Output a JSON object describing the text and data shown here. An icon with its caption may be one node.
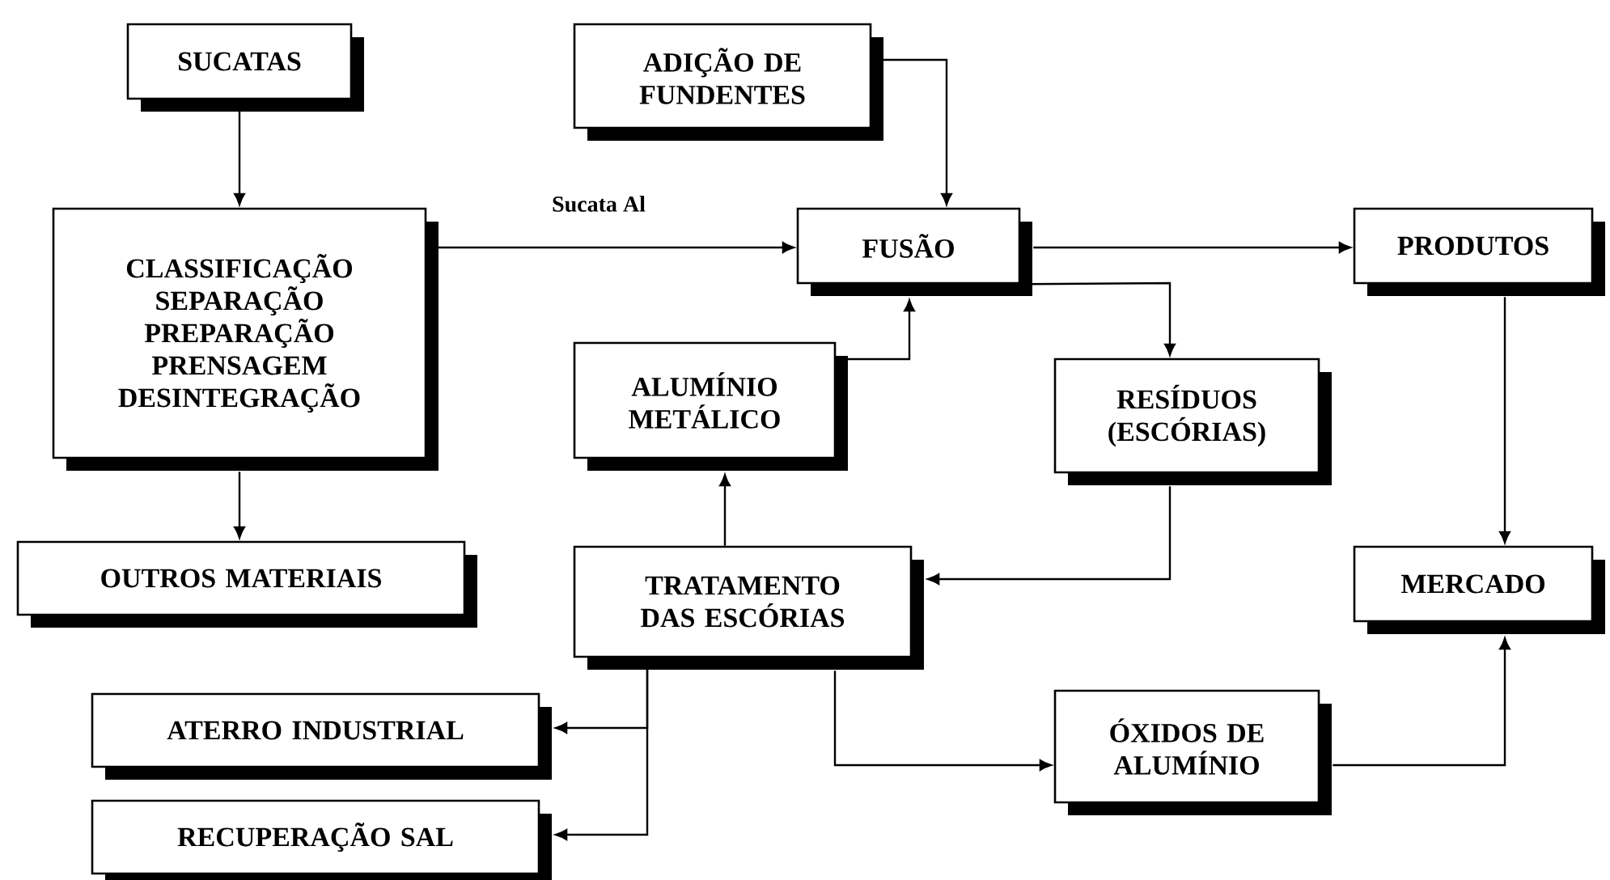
{
  "diagram": {
    "nodes": [
      {
        "text": [
          "SUCATAS"
        ]
      },
      {
        "text": [
          "ADIÇÃO DE FUNDENTES"
        ]
      },
      {
        "text": [
          "CLASSIFICAÇÃO SEPARAÇÃO PREPARAÇÃO PRENSAGEM DESINTEGRAÇÃO"
        ]
      },
      {
        "text": [
          "FUSÃO"
        ]
      },
      {
        "text": [
          "PRODUTOS"
        ]
      },
      {
        "text": [
          "ALUMÍNIO METÁLICO"
        ]
      },
      {
        "text": [
          "RESÍDUOS (ESCÓRIAS)"
        ]
      },
      {
        "text": [
          "OUTROS MATERIAIS"
        ]
      },
      {
        "text": [
          "TRATAMENTO DAS ESCÓRIAS"
        ]
      },
      {
        "text": [
          "MERCADO"
        ]
      },
      {
        "text": [
          "ATERRO INDUSTRIAL"
        ]
      },
      {
        "text": [
          "ÓXIDOS DE ALUMÍNIO"
        ]
      },
      {
        "text": [
          "RECUPERAÇÃO SAL"
        ]
      }
    ],
    "edges": [
      {
        "from": 0,
        "to": 2,
        "arrow": "to"
      },
      {
        "from": 1,
        "to": 3,
        "arrow": "to"
      },
      {
        "from": 2,
        "to": 3,
        "arrow": "to",
        "label": "Sucata Al"
      },
      {
        "from": 3,
        "to": 4,
        "arrow": "to"
      },
      {
        "from": 3,
        "to": 6,
        "arrow": "to"
      },
      {
        "from": 5,
        "to": 3,
        "arrow": "to"
      },
      {
        "from": 2,
        "to": 7,
        "arrow": "to"
      },
      {
        "from": 6,
        "to": 8,
        "arrow": "to"
      },
      {
        "from": 8,
        "to": 5,
        "arrow": "to"
      },
      {
        "from": 4,
        "to": 9,
        "arrow": "to"
      },
      {
        "from": 8,
        "to": 10,
        "arrow": "to"
      },
      {
        "from": 8,
        "to": 12,
        "arrow": "to"
      },
      {
        "from": 8,
        "to": 11,
        "arrow": "to"
      },
      {
        "from": 11,
        "to": 9,
        "arrow": "to"
      }
    ]
  }
}
